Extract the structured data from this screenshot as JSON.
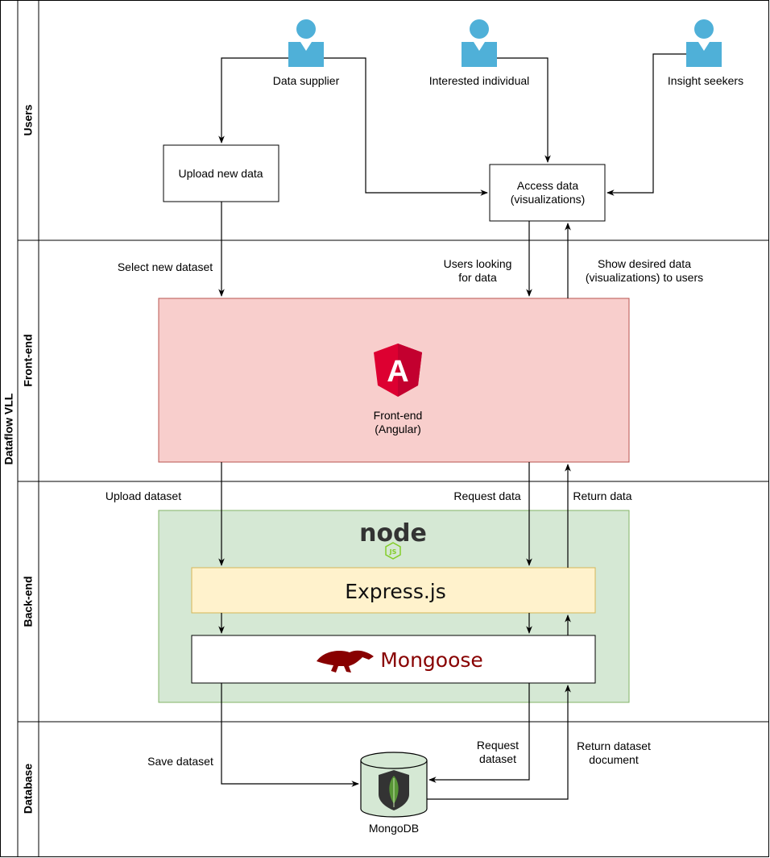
{
  "pool": {
    "title": "Dataflow VLL"
  },
  "lanes": {
    "users": "Users",
    "frontend": "Front-end",
    "backend": "Back-end",
    "database": "Database"
  },
  "actors": {
    "data_supplier": "Data supplier",
    "interested_individual": "Interested individual",
    "insight_seekers": "Insight seekers"
  },
  "boxes": {
    "upload_new_data": "Upload new data",
    "access_data_line1": "Access data",
    "access_data_line2": "(visualizations)",
    "frontend_line1": "Front-end",
    "frontend_line2": "(Angular)",
    "express": "Express.js",
    "mongoose": "Mongoose",
    "mongodb": "MongoDB"
  },
  "edge_labels": {
    "select_new_dataset": "Select new dataset",
    "users_looking_line1": "Users looking",
    "users_looking_line2": "for data",
    "show_desired_line1": "Show desired data",
    "show_desired_line2": "(visualizations) to users",
    "upload_dataset": "Upload dataset",
    "request_data": "Request data",
    "return_data": "Return data",
    "save_dataset": "Save dataset",
    "request_dataset_line1": "Request",
    "request_dataset_line2": "dataset",
    "return_dataset_line1": "Return dataset",
    "return_dataset_line2": "document"
  },
  "logos": {
    "angular_letter": "A",
    "node_wordmark": "node",
    "node_badge": "JS"
  },
  "colors": {
    "actor": "#4fb0d8",
    "frontend_fill": "#f8cecc",
    "frontend_stroke": "#b85450",
    "backend_fill": "#d5e8d4",
    "backend_stroke": "#82b366",
    "express_fill": "#fff2cc",
    "express_stroke": "#d6b656",
    "angular_red": "#dd0031",
    "angular_dark": "#c3002f",
    "mongoose_red": "#880000",
    "node_dark": "#333333",
    "node_green": "#83cd29",
    "mongo_leaf": "#589636"
  }
}
